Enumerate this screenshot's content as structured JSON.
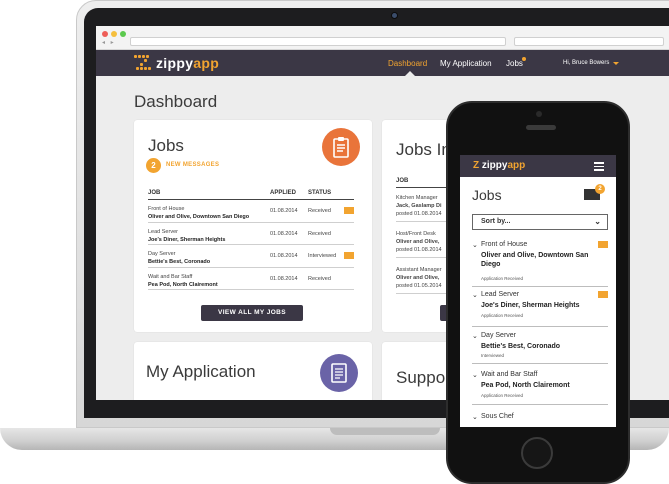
{
  "browser": {
    "nav_arrows": "◂ ▸"
  },
  "header": {
    "brand_prefix": "zippy",
    "brand_suffix": "app",
    "nav": {
      "dashboard": "Dashboard",
      "my_application": "My Application",
      "jobs": "Jobs"
    },
    "user": "Hi, Bruce Bowers"
  },
  "dashboard": {
    "title": "Dashboard",
    "jobs_card": {
      "title": "Jobs",
      "message_count": "2",
      "message_label": "NEW MESSAGES",
      "columns": {
        "job": "JOB",
        "applied": "APPLIED",
        "status": "STATUS"
      },
      "rows": [
        {
          "role": "Front of House",
          "place": "Oliver and Olive, Downtown San Diego",
          "applied": "01.08.2014",
          "status": "Received",
          "has_message": true
        },
        {
          "role": "Lead Server",
          "place": "Joe's Diner, Sherman Heights",
          "applied": "01.08.2014",
          "status": "Received",
          "has_message": false
        },
        {
          "role": "Day Server",
          "place": "Bettie's Best, Coronado",
          "applied": "01.08.2014",
          "status": "Interviewed",
          "has_message": true
        },
        {
          "role": "Wait and Bar Staff",
          "place": "Pea Pod, North Clairemont",
          "applied": "01.08.2014",
          "status": "Received",
          "has_message": false
        }
      ],
      "button": "VIEW ALL MY JOBS"
    },
    "jobs_in_card": {
      "title": "Jobs In",
      "column_job": "JOB",
      "rows": [
        {
          "role": "Kitchen Manager",
          "place": "Jack, Gaslamp Di",
          "posted": "posted 01.08.2014"
        },
        {
          "role": "Host/Front Desk",
          "place": "Oliver and Olive,",
          "posted": "posted 01.08.2014"
        },
        {
          "role": "Assistant Manager",
          "place": "Oliver and Olive,",
          "posted": "posted 01.05.2014"
        }
      ]
    },
    "application_card": {
      "title": "My Application"
    },
    "support_card": {
      "title": "Suppor"
    }
  },
  "mobile": {
    "title": "Jobs",
    "message_count": "2",
    "sort_label": "Sort by...",
    "items": [
      {
        "role": "Front of House",
        "place": "Oliver and Olive, Downtown San Diego",
        "status": "Application Received",
        "has_message": true
      },
      {
        "role": "Lead Server",
        "place": "Joe's Diner, Sherman Heights",
        "status": "Application Received",
        "has_message": true
      },
      {
        "role": "Day Server",
        "place": "Bettie's Best, Coronado",
        "status": "Interviewed",
        "has_message": false
      },
      {
        "role": "Wait and Bar Staff",
        "place": "Pea Pod, North Clairemont",
        "status": "Application Received",
        "has_message": false
      },
      {
        "role": "Sous Chef",
        "place": "",
        "status": "",
        "has_message": false
      }
    ]
  },
  "colors": {
    "accent": "#f2a430",
    "header": "#3b3745",
    "orange_icon": "#e9743a",
    "purple_icon": "#6a63a7"
  },
  "icons": {
    "jobs": "clipboard-icon",
    "application": "document-icon",
    "message": "envelope-icon",
    "menu": "hamburger-icon"
  }
}
